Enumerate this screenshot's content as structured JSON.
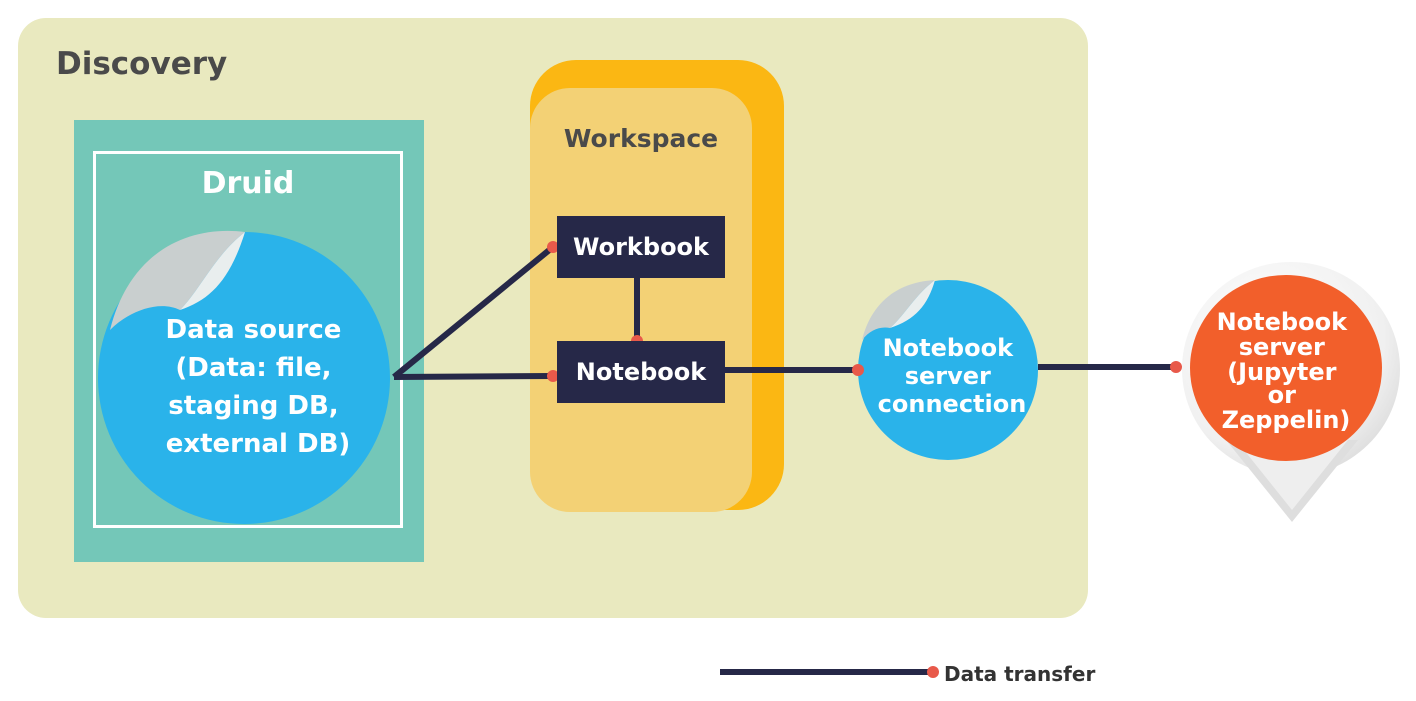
{
  "discovery": {
    "title": "Discovery"
  },
  "druid": {
    "title": "Druid",
    "data_source_lines": [
      "Data source",
      "(Data: file,",
      "staging DB,",
      "external DB)"
    ]
  },
  "workspace": {
    "title": "Workspace",
    "workbook_label": "Workbook",
    "notebook_label": "Notebook"
  },
  "connection": {
    "lines": [
      "Notebook",
      "server",
      "connection"
    ]
  },
  "server": {
    "lines": [
      "Notebook",
      "server",
      "(Jupyter",
      "or",
      "Zeppelin)"
    ]
  },
  "legend": {
    "label": "Data transfer"
  },
  "colors": {
    "panel": "#e9e9bf",
    "druid": "#74c7b8",
    "blue_circle": "#2ab3ea",
    "workspace_front": "#f3d175",
    "workspace_back": "#fbb713",
    "dark_box": "#262848",
    "connector_dot": "#e8594a",
    "server_orange": "#f25f2b"
  }
}
